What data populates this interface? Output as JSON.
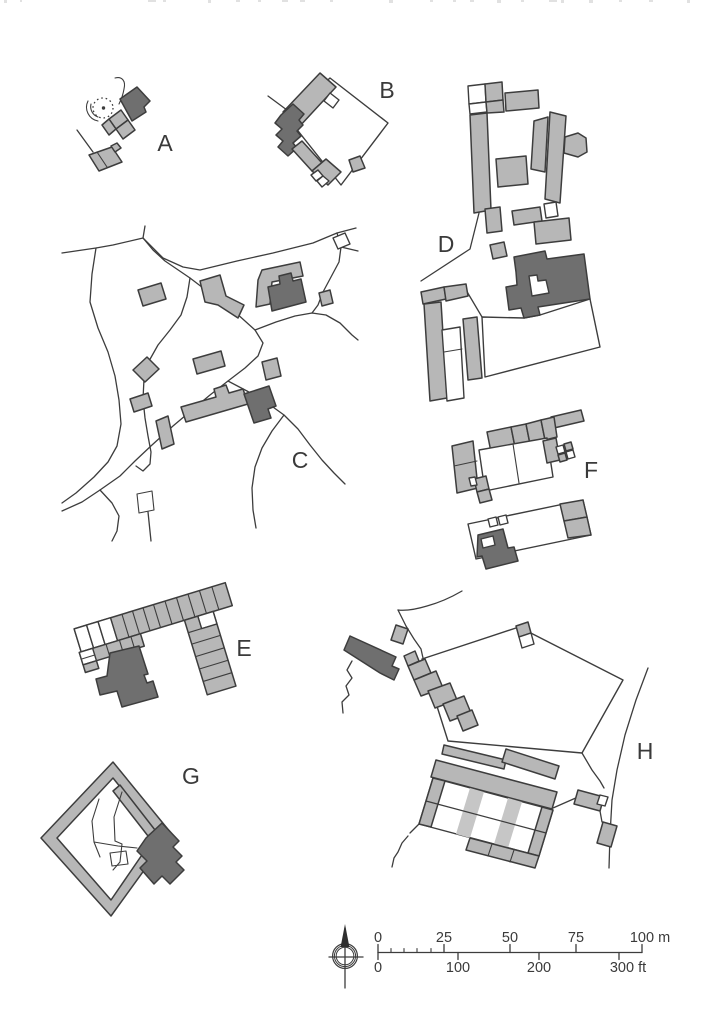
{
  "figure": {
    "description": "Comparative plans of eight settlements labelled A to H, drawn to a common scale",
    "panel_count": 8
  },
  "plans": {
    "a": {
      "label": "A"
    },
    "b": {
      "label": "B"
    },
    "c": {
      "label": "C"
    },
    "d": {
      "label": "D"
    },
    "e": {
      "label": "E"
    },
    "f": {
      "label": "F"
    },
    "g": {
      "label": "G"
    },
    "h": {
      "label": "H"
    }
  },
  "scale_bar": {
    "meters": {
      "labels": [
        "0",
        "25",
        "50",
        "75",
        "100 m"
      ],
      "max": 100,
      "unit": "m"
    },
    "feet": {
      "labels": [
        "0",
        "100",
        "200",
        "300 ft"
      ],
      "max": 300,
      "unit": "ft"
    }
  },
  "compass": {
    "icon": "north-arrow"
  },
  "colors": {
    "light": "#b7b7b7",
    "dark": "#6f6f6f",
    "strip": "#c6c6c6",
    "outline": "#3d3d3d",
    "text": "#3a3a3a",
    "background": "#ffffff"
  }
}
